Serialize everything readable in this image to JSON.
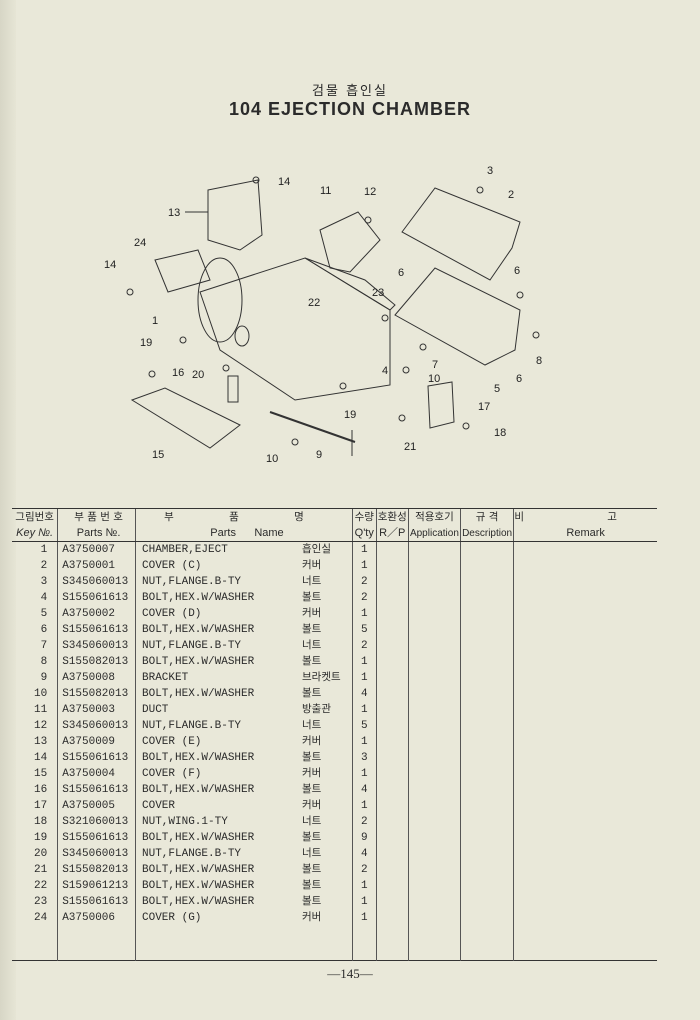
{
  "title_ko": "검물 흡인실",
  "title_en": "104 EJECTION CHAMBER",
  "diagram_labels": [
    "14",
    "13",
    "11",
    "12",
    "3",
    "2",
    "24",
    "14",
    "6",
    "6",
    "22",
    "23",
    "1",
    "19",
    "8",
    "7",
    "10",
    "5",
    "6",
    "16",
    "20",
    "4",
    "19",
    "17",
    "21",
    "18",
    "15",
    "10",
    "9"
  ],
  "table_headers": {
    "key": {
      "ko": "그림번호",
      "en": "Key №."
    },
    "parts_no": {
      "ko": "부 품 번 호",
      "en": "Parts №."
    },
    "parts_name": {
      "ko": "부 품 명",
      "en_parts": "Parts",
      "en_name": "Name"
    },
    "qty": {
      "ko": "수량",
      "en": "Q'ty"
    },
    "rp": {
      "ko": "호환성",
      "en": "R／P"
    },
    "application": {
      "ko": "적용호기",
      "en": "Application"
    },
    "description": {
      "ko": "규 격",
      "en": "Description"
    },
    "remark": {
      "ko": "비 고",
      "en": "Remark"
    }
  },
  "rows": [
    {
      "key": "1",
      "part_no": "A3750007",
      "name": "CHAMBER,EJECT",
      "name_ko": "흡인실",
      "qty": "1"
    },
    {
      "key": "2",
      "part_no": "A3750001",
      "name": "COVER (C)",
      "name_ko": "커버",
      "qty": "1"
    },
    {
      "key": "3",
      "part_no": "S345060013",
      "name": "NUT,FLANGE.B-TY",
      "name_ko": "너트",
      "qty": "2"
    },
    {
      "key": "4",
      "part_no": "S155061613",
      "name": "BOLT,HEX.W/WASHER",
      "name_ko": "볼트",
      "qty": "2"
    },
    {
      "key": "5",
      "part_no": "A3750002",
      "name": "COVER (D)",
      "name_ko": "커버",
      "qty": "1"
    },
    {
      "key": "6",
      "part_no": "S155061613",
      "name": "BOLT,HEX.W/WASHER",
      "name_ko": "볼트",
      "qty": "5"
    },
    {
      "key": "7",
      "part_no": "S345060013",
      "name": "NUT,FLANGE.B-TY",
      "name_ko": "너트",
      "qty": "2"
    },
    {
      "key": "8",
      "part_no": "S155082013",
      "name": "BOLT,HEX.W/WASHER",
      "name_ko": "볼트",
      "qty": "1"
    },
    {
      "key": "9",
      "part_no": "A3750008",
      "name": "BRACKET",
      "name_ko": "브라켓트",
      "qty": "1"
    },
    {
      "key": "10",
      "part_no": "S155082013",
      "name": "BOLT,HEX.W/WASHER",
      "name_ko": "볼트",
      "qty": "4"
    },
    {
      "key": "11",
      "part_no": "A3750003",
      "name": "DUCT",
      "name_ko": "방출관",
      "qty": "1"
    },
    {
      "key": "12",
      "part_no": "S345060013",
      "name": "NUT,FLANGE.B-TY",
      "name_ko": "너트",
      "qty": "5"
    },
    {
      "key": "13",
      "part_no": "A3750009",
      "name": "COVER (E)",
      "name_ko": "커버",
      "qty": "1"
    },
    {
      "key": "14",
      "part_no": "S155061613",
      "name": "BOLT,HEX.W/WASHER",
      "name_ko": "볼트",
      "qty": "3"
    },
    {
      "key": "15",
      "part_no": "A3750004",
      "name": "COVER (F)",
      "name_ko": "커버",
      "qty": "1"
    },
    {
      "key": "16",
      "part_no": "S155061613",
      "name": "BOLT,HEX.W/WASHER",
      "name_ko": "볼트",
      "qty": "4"
    },
    {
      "key": "17",
      "part_no": "A3750005",
      "name": "COVER",
      "name_ko": "커버",
      "qty": "1"
    },
    {
      "key": "18",
      "part_no": "S321060013",
      "name": "NUT,WING.1-TY",
      "name_ko": "너트",
      "qty": "2"
    },
    {
      "key": "19",
      "part_no": "S155061613",
      "name": "BOLT,HEX.W/WASHER",
      "name_ko": "볼트",
      "qty": "9"
    },
    {
      "key": "20",
      "part_no": "S345060013",
      "name": "NUT,FLANGE.B-TY",
      "name_ko": "너트",
      "qty": "4"
    },
    {
      "key": "21",
      "part_no": "S155082013",
      "name": "BOLT,HEX.W/WASHER",
      "name_ko": "볼트",
      "qty": "2"
    },
    {
      "key": "22",
      "part_no": "S159061213",
      "name": "BOLT,HEX.W/WASHER",
      "name_ko": "볼트",
      "qty": "1"
    },
    {
      "key": "23",
      "part_no": "S155061613",
      "name": "BOLT,HEX.W/WASHER",
      "name_ko": "볼트",
      "qty": "1"
    },
    {
      "key": "24",
      "part_no": "A3750006",
      "name": "COVER (G)",
      "name_ko": "커버",
      "qty": "1"
    }
  ],
  "page_number": "—145—"
}
